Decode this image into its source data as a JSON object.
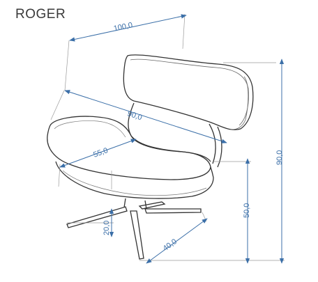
{
  "title": "ROGER",
  "dimensions": {
    "width": "100,0",
    "depth": "90,0",
    "seat_depth": "55,0",
    "total_height": "90,0",
    "seat_height": "50,0",
    "base_height": "20,0",
    "leg_length": "40,0"
  },
  "colors": {
    "dimension": "#3b6fa8",
    "outline": "#333333",
    "guide": "#9a9a9a"
  }
}
